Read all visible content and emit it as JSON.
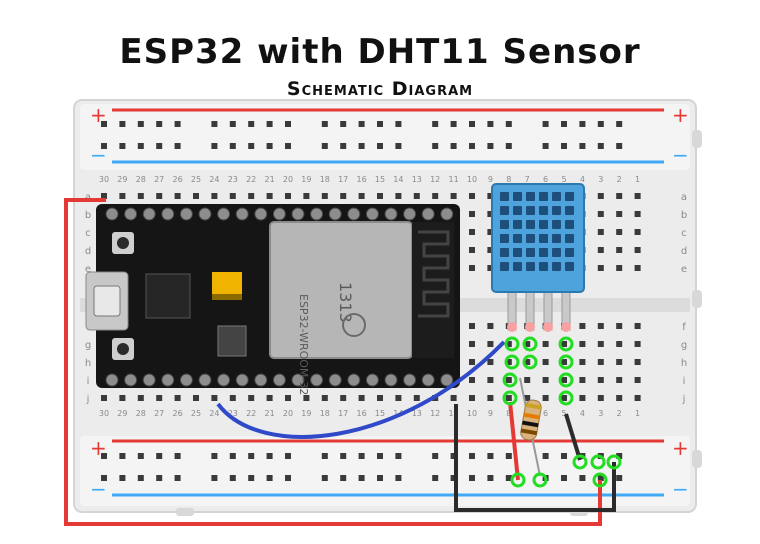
{
  "title": "ESP32 with DHT11 Sensor",
  "subtitle": "Schematic Diagram",
  "breadboard": {
    "rail_plus": "+",
    "rail_minus": "−",
    "columns": [
      "30",
      "29",
      "28",
      "27",
      "26",
      "25",
      "24",
      "23",
      "22",
      "21",
      "20",
      "19",
      "18",
      "17",
      "16",
      "15",
      "14",
      "13",
      "12",
      "11",
      "10",
      "9",
      "8",
      "7",
      "6",
      "5",
      "4",
      "3",
      "2",
      "1"
    ],
    "rows_top": [
      "a",
      "b",
      "c",
      "d",
      "e"
    ],
    "rows_bottom": [
      "f",
      "g",
      "h",
      "i",
      "j"
    ]
  },
  "esp32": {
    "module_label": "ESP32-WROOM-32",
    "module_code": "1313"
  },
  "components": [
    "ESP32 board",
    "DHT11 sensor",
    "Resistor"
  ],
  "colors": {
    "rail_red": "#e53935",
    "rail_blue": "#3fa9f5",
    "wire_red": "#e53935",
    "wire_blue": "#2f49c8",
    "wire_black": "#2b2b2b",
    "dht_blue": "#4fa3dc",
    "highlight_green": "#22dd22"
  }
}
